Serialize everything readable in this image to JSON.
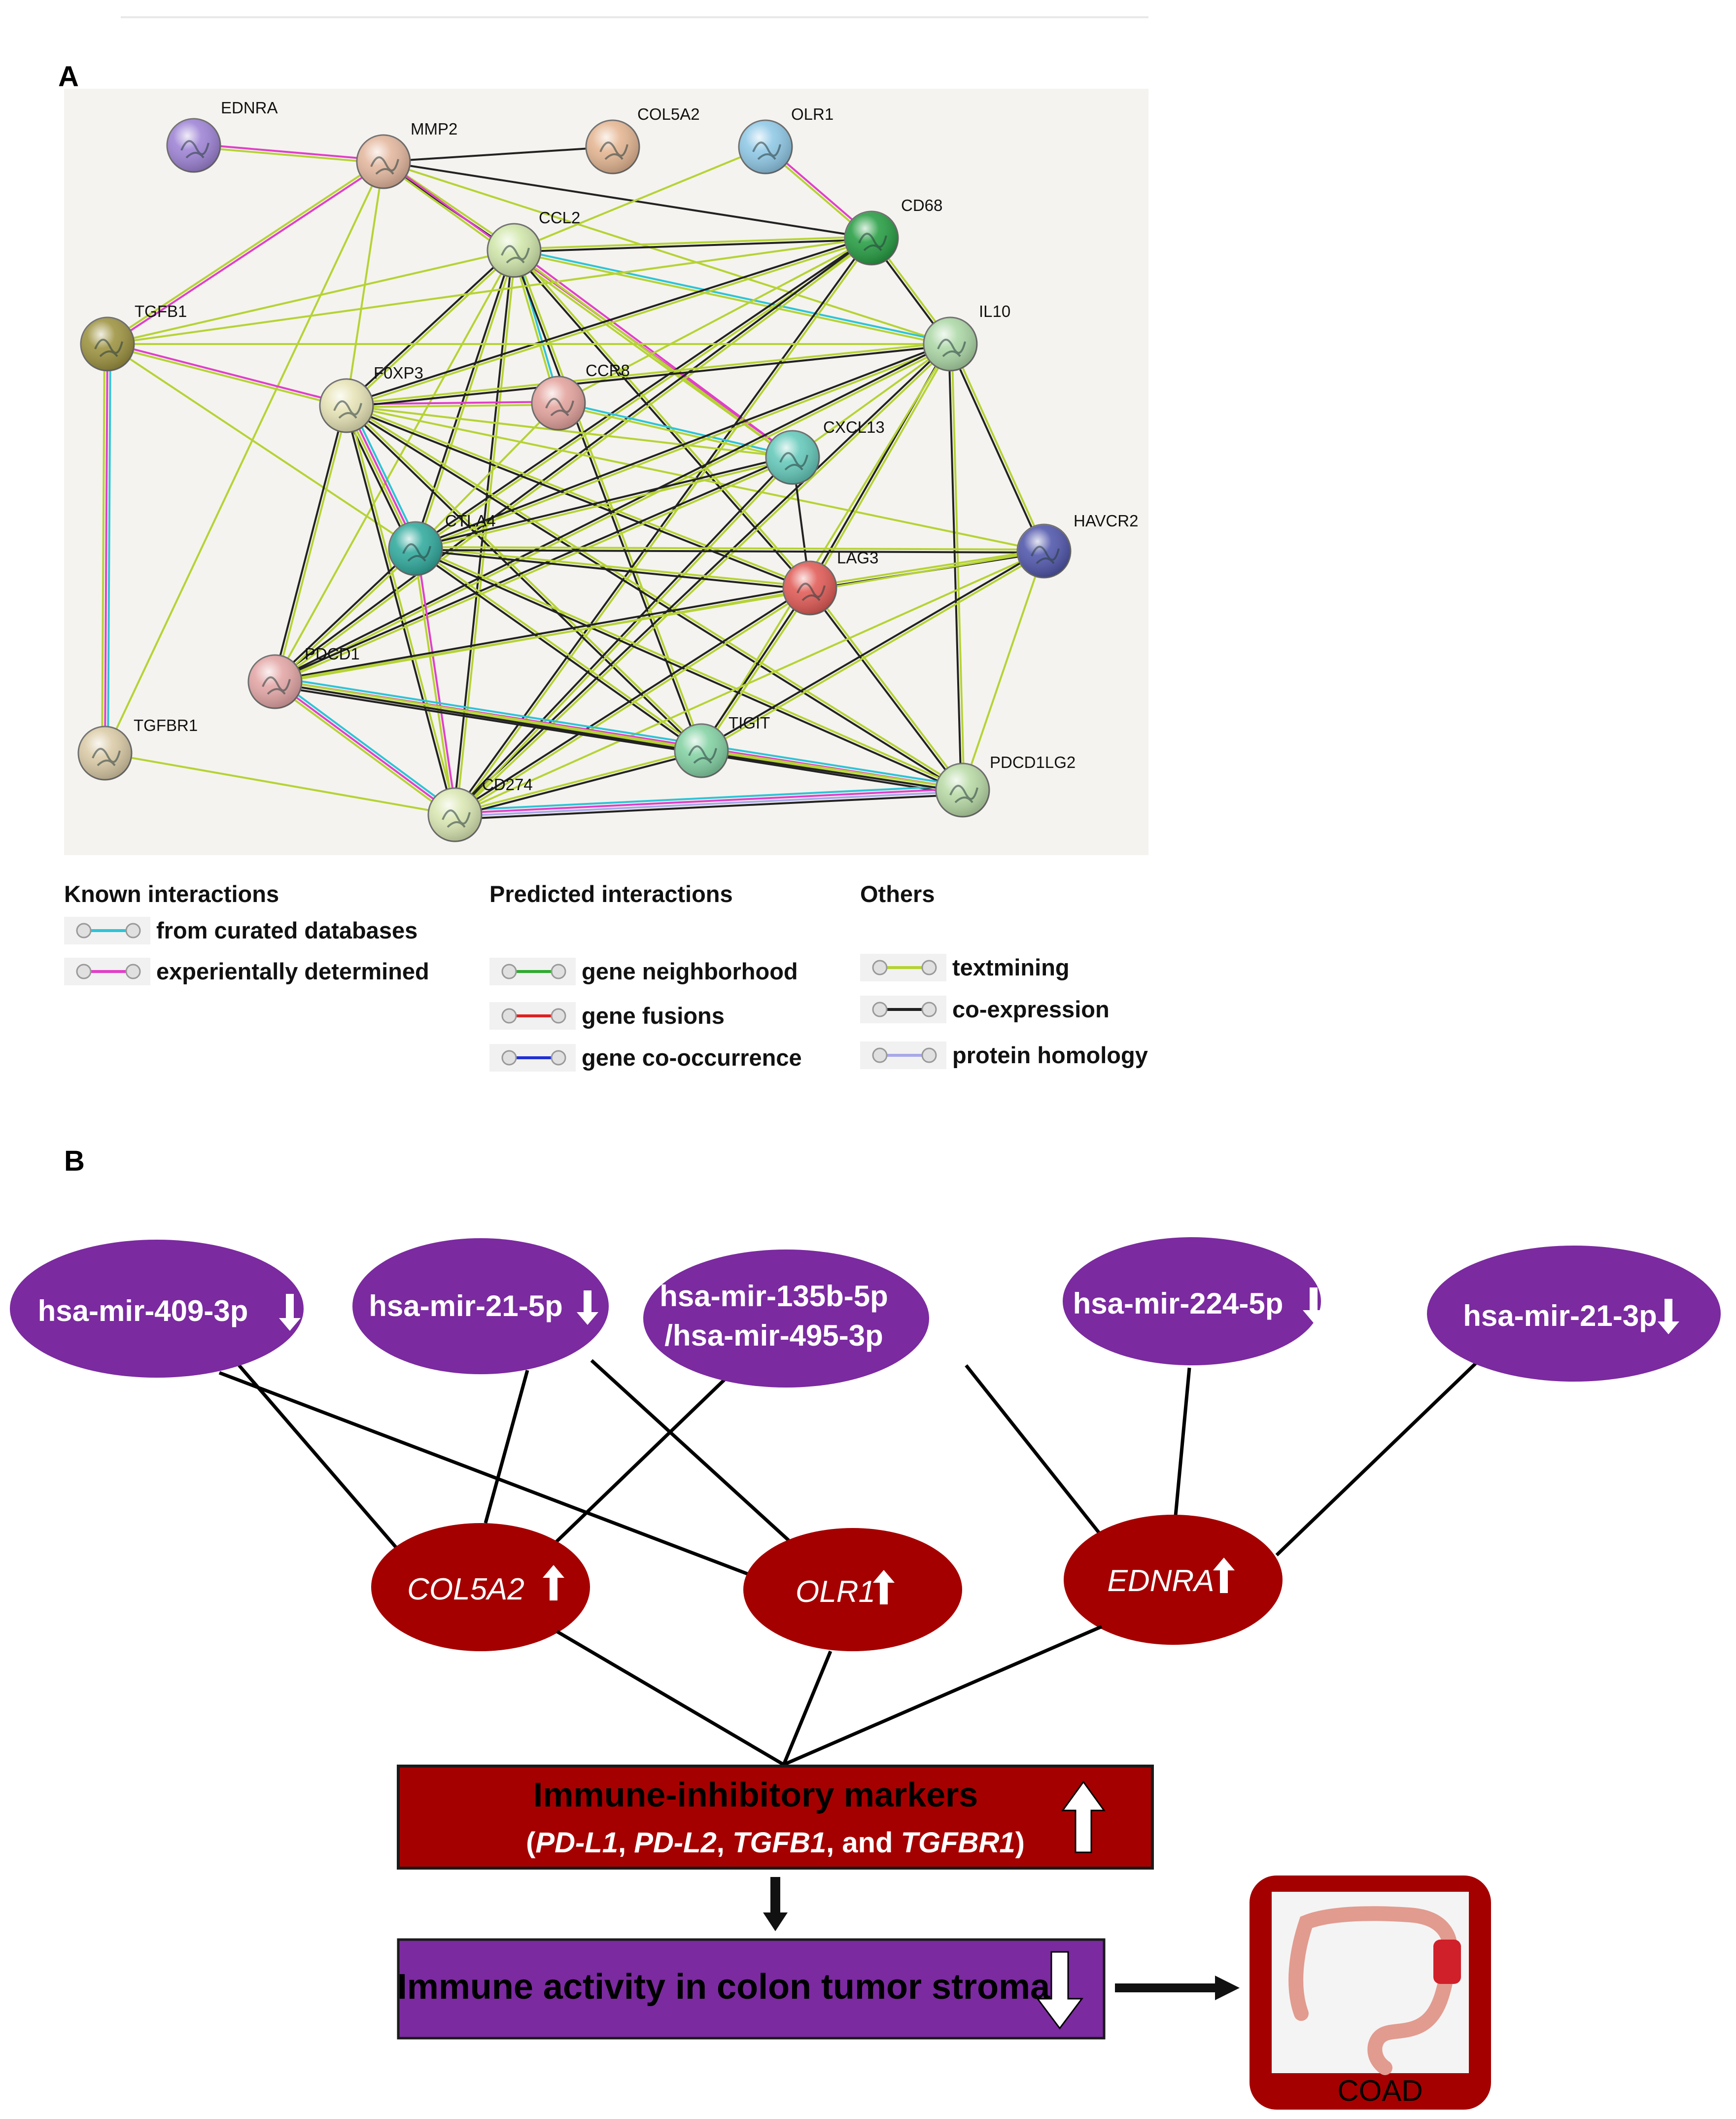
{
  "panel_a": {
    "label": "A",
    "nodes": [
      {
        "id": "EDNRA",
        "label": "EDNRA",
        "color": "#9b7fd4"
      },
      {
        "id": "MMP2",
        "label": "MMP2",
        "color": "#e3b59b"
      },
      {
        "id": "COL5A2",
        "label": "COL5A2",
        "color": "#e4b48f"
      },
      {
        "id": "OLR1",
        "label": "OLR1",
        "color": "#8cc7e6"
      },
      {
        "id": "CD68",
        "label": "CD68",
        "color": "#1f9a3c"
      },
      {
        "id": "CCL2",
        "label": "CCL2",
        "color": "#cfe6a8"
      },
      {
        "id": "TGFB1",
        "label": "TGFB1",
        "color": "#9a8f3a"
      },
      {
        "id": "IL10",
        "label": "IL10",
        "color": "#a9d6a3"
      },
      {
        "id": "FOXP3",
        "label": "F0XP3",
        "color": "#e6e3b4"
      },
      {
        "id": "CCR8",
        "label": "CCR8",
        "color": "#e3a09a"
      },
      {
        "id": "CXCL13",
        "label": "CXCL13",
        "color": "#5fc7b8"
      },
      {
        "id": "HAVCR2",
        "label": "HAVCR2",
        "color": "#4a50a8"
      },
      {
        "id": "CTLA4",
        "label": "CTLA4",
        "color": "#2aa79a"
      },
      {
        "id": "LAG3",
        "label": "LAG3",
        "color": "#e05550"
      },
      {
        "id": "PDCD1",
        "label": "PDCD1",
        "color": "#e3a3a3"
      },
      {
        "id": "TGFBR1",
        "label": "TGFBR1",
        "color": "#d9c9a3"
      },
      {
        "id": "TIGIT",
        "label": "TIGIT",
        "color": "#7fd0a0"
      },
      {
        "id": "PDCD1LG2",
        "label": "PDCD1LG2",
        "color": "#b6d9a3"
      },
      {
        "id": "CD274",
        "label": "CD274",
        "color": "#d9e6b0"
      }
    ],
    "edges": [
      {
        "a": "EDNRA",
        "b": "MMP2",
        "types": [
          "experimental",
          "textmining"
        ]
      },
      {
        "a": "MMP2",
        "b": "TGFB1",
        "types": [
          "experimental",
          "textmining"
        ]
      },
      {
        "a": "MMP2",
        "b": "CCL2",
        "types": [
          "textmining",
          "coexpression"
        ]
      },
      {
        "a": "MMP2",
        "b": "CD68",
        "types": [
          "coexpression"
        ]
      },
      {
        "a": "MMP2",
        "b": "IL10",
        "types": [
          "textmining"
        ]
      },
      {
        "a": "MMP2",
        "b": "FOXP3",
        "types": [
          "textmining"
        ]
      },
      {
        "a": "MMP2",
        "b": "CXCL13",
        "types": [
          "experimental",
          "textmining"
        ]
      },
      {
        "a": "MMP2",
        "b": "TGFBR1",
        "types": [
          "textmining"
        ]
      },
      {
        "a": "MMP2",
        "b": "COL5A2",
        "types": [
          "coexpression"
        ]
      },
      {
        "a": "OLR1",
        "b": "CD68",
        "types": [
          "experimental",
          "textmining"
        ]
      },
      {
        "a": "OLR1",
        "b": "CCL2",
        "types": [
          "textmining"
        ]
      },
      {
        "a": "CCL2",
        "b": "CD68",
        "types": [
          "textmining",
          "coexpression"
        ]
      },
      {
        "a": "CCL2",
        "b": "IL10",
        "types": [
          "curated",
          "textmining"
        ]
      },
      {
        "a": "CCL2",
        "b": "TGFB1",
        "types": [
          "textmining"
        ]
      },
      {
        "a": "CCL2",
        "b": "CCR8",
        "types": [
          "curated",
          "textmining"
        ]
      },
      {
        "a": "CCL2",
        "b": "FOXP3",
        "types": [
          "textmining",
          "coexpression"
        ]
      },
      {
        "a": "CCL2",
        "b": "CTLA4",
        "types": [
          "textmining",
          "coexpression"
        ]
      },
      {
        "a": "CCL2",
        "b": "CXCL13",
        "types": [
          "experimental",
          "textmining"
        ]
      },
      {
        "a": "CCL2",
        "b": "LAG3",
        "types": [
          "textmining",
          "coexpression"
        ]
      },
      {
        "a": "CCL2",
        "b": "PDCD1",
        "types": [
          "textmining"
        ]
      },
      {
        "a": "CCL2",
        "b": "CD274",
        "types": [
          "textmining",
          "coexpression"
        ]
      },
      {
        "a": "CCL2",
        "b": "TIGIT",
        "types": [
          "textmining",
          "coexpression"
        ]
      },
      {
        "a": "CD68",
        "b": "IL10",
        "types": [
          "textmining",
          "coexpression"
        ]
      },
      {
        "a": "CD68",
        "b": "FOXP3",
        "types": [
          "textmining",
          "coexpression"
        ]
      },
      {
        "a": "CD68",
        "b": "CTLA4",
        "types": [
          "textmining",
          "coexpression"
        ]
      },
      {
        "a": "CD68",
        "b": "PDCD1",
        "types": [
          "textmining",
          "coexpression"
        ]
      },
      {
        "a": "CD68",
        "b": "CD274",
        "types": [
          "textmining",
          "coexpression"
        ]
      },
      {
        "a": "CD68",
        "b": "TGFB1",
        "types": [
          "textmining"
        ]
      },
      {
        "a": "CD68",
        "b": "CCR8",
        "types": [
          "textmining"
        ]
      },
      {
        "a": "TGFB1",
        "b": "TGFBR1",
        "types": [
          "curated",
          "experimental",
          "textmining"
        ]
      },
      {
        "a": "TGFB1",
        "b": "FOXP3",
        "types": [
          "experimental",
          "textmining"
        ]
      },
      {
        "a": "TGFB1",
        "b": "IL10",
        "types": [
          "textmining"
        ]
      },
      {
        "a": "TGFB1",
        "b": "CTLA4",
        "types": [
          "textmining"
        ]
      },
      {
        "a": "FOXP3",
        "b": "CCR8",
        "types": [
          "experimental",
          "textmining"
        ]
      },
      {
        "a": "FOXP3",
        "b": "CTLA4",
        "types": [
          "curated",
          "experimental",
          "textmining",
          "coexpression"
        ]
      },
      {
        "a": "FOXP3",
        "b": "IL10",
        "types": [
          "textmining",
          "coexpression"
        ]
      },
      {
        "a": "FOXP3",
        "b": "LAG3",
        "types": [
          "textmining",
          "coexpression"
        ]
      },
      {
        "a": "FOXP3",
        "b": "PDCD1",
        "types": [
          "textmining",
          "coexpression"
        ]
      },
      {
        "a": "FOXP3",
        "b": "CD274",
        "types": [
          "textmining",
          "coexpression"
        ]
      },
      {
        "a": "FOXP3",
        "b": "TIGIT",
        "types": [
          "textmining",
          "coexpression"
        ]
      },
      {
        "a": "FOXP3",
        "b": "CXCL13",
        "types": [
          "textmining"
        ]
      },
      {
        "a": "FOXP3",
        "b": "HAVCR2",
        "types": [
          "textmining"
        ]
      },
      {
        "a": "FOXP3",
        "b": "PDCD1LG2",
        "types": [
          "textmining",
          "coexpression"
        ]
      },
      {
        "a": "CCR8",
        "b": "CXCL13",
        "types": [
          "curated",
          "textmining"
        ]
      },
      {
        "a": "CCR8",
        "b": "CTLA4",
        "types": [
          "textmining"
        ]
      },
      {
        "a": "IL10",
        "b": "CTLA4",
        "types": [
          "textmining",
          "coexpression"
        ]
      },
      {
        "a": "IL10",
        "b": "HAVCR2",
        "types": [
          "textmining",
          "coexpression"
        ]
      },
      {
        "a": "IL10",
        "b": "LAG3",
        "types": [
          "textmining",
          "coexpression"
        ]
      },
      {
        "a": "IL10",
        "b": "PDCD1",
        "types": [
          "textmining",
          "coexpression"
        ]
      },
      {
        "a": "IL10",
        "b": "CD274",
        "types": [
          "textmining",
          "coexpression"
        ]
      },
      {
        "a": "IL10",
        "b": "PDCD1LG2",
        "types": [
          "textmining",
          "coexpression"
        ]
      },
      {
        "a": "IL10",
        "b": "TIGIT",
        "types": [
          "textmining"
        ]
      },
      {
        "a": "IL10",
        "b": "CXCL13",
        "types": [
          "textmining"
        ]
      },
      {
        "a": "CXCL13",
        "b": "CTLA4",
        "types": [
          "textmining",
          "coexpression"
        ]
      },
      {
        "a": "CXCL13",
        "b": "PDCD1",
        "types": [
          "textmining",
          "coexpression"
        ]
      },
      {
        "a": "CXCL13",
        "b": "CD274",
        "types": [
          "textmining",
          "coexpression"
        ]
      },
      {
        "a": "CXCL13",
        "b": "LAG3",
        "types": [
          "coexpression"
        ]
      },
      {
        "a": "CTLA4",
        "b": "LAG3",
        "types": [
          "textmining",
          "coexpression"
        ]
      },
      {
        "a": "CTLA4",
        "b": "HAVCR2",
        "types": [
          "textmining",
          "coexpression"
        ]
      },
      {
        "a": "CTLA4",
        "b": "PDCD1",
        "types": [
          "textmining",
          "coexpression"
        ]
      },
      {
        "a": "CTLA4",
        "b": "CD274",
        "types": [
          "experimental",
          "textmining"
        ]
      },
      {
        "a": "CTLA4",
        "b": "TIGIT",
        "types": [
          "textmining",
          "coexpression"
        ]
      },
      {
        "a": "CTLA4",
        "b": "PDCD1LG2",
        "types": [
          "textmining",
          "coexpression"
        ]
      },
      {
        "a": "LAG3",
        "b": "HAVCR2",
        "types": [
          "textmining",
          "coexpression"
        ]
      },
      {
        "a": "LAG3",
        "b": "PDCD1",
        "types": [
          "textmining",
          "coexpression"
        ]
      },
      {
        "a": "LAG3",
        "b": "CD274",
        "types": [
          "textmining",
          "coexpression"
        ]
      },
      {
        "a": "LAG3",
        "b": "TIGIT",
        "types": [
          "textmining",
          "coexpression"
        ]
      },
      {
        "a": "LAG3",
        "b": "PDCD1LG2",
        "types": [
          "textmining",
          "coexpression"
        ]
      },
      {
        "a": "HAVCR2",
        "b": "PDCD1",
        "types": [
          "textmining"
        ]
      },
      {
        "a": "HAVCR2",
        "b": "CD274",
        "types": [
          "textmining"
        ]
      },
      {
        "a": "HAVCR2",
        "b": "TIGIT",
        "types": [
          "textmining",
          "coexpression"
        ]
      },
      {
        "a": "HAVCR2",
        "b": "PDCD1LG2",
        "types": [
          "textmining"
        ]
      },
      {
        "a": "PDCD1",
        "b": "CD274",
        "types": [
          "curated",
          "experimental",
          "textmining"
        ]
      },
      {
        "a": "PDCD1",
        "b": "PDCD1LG2",
        "types": [
          "curated",
          "experimental",
          "textmining",
          "coexpression"
        ]
      },
      {
        "a": "PDCD1",
        "b": "TIGIT",
        "types": [
          "textmining",
          "coexpression"
        ]
      },
      {
        "a": "CD274",
        "b": "PDCD1LG2",
        "types": [
          "curated",
          "experimental",
          "homology",
          "coexpression"
        ]
      },
      {
        "a": "CD274",
        "b": "TIGIT",
        "types": [
          "textmining",
          "coexpression"
        ]
      },
      {
        "a": "TIGIT",
        "b": "PDCD1LG2",
        "types": [
          "textmining",
          "coexpression"
        ]
      },
      {
        "a": "TGFBR1",
        "b": "CD274",
        "types": [
          "textmining"
        ]
      }
    ],
    "legend": {
      "groups": [
        {
          "title": "Known interactions",
          "items": [
            {
              "label": "from curated databases",
              "color": "#2ec4d6"
            },
            {
              "label": "experientally determined",
              "color": "#e040c8"
            }
          ]
        },
        {
          "title": "Predicted interactions",
          "items": [
            {
              "label": "gene neighborhood",
              "color": "#2faa2f"
            },
            {
              "label": "gene fusions",
              "color": "#e02020"
            },
            {
              "label": "gene co-occurrence",
              "color": "#2030d8"
            }
          ]
        },
        {
          "title": "Others",
          "items": [
            {
              "label": "textmining",
              "color": "#b5d334"
            },
            {
              "label": "co-expression",
              "color": "#222222"
            },
            {
              "label": "protein homology",
              "color": "#a8a8e8"
            }
          ]
        }
      ]
    }
  },
  "panel_b": {
    "label": "B",
    "mirnas": [
      {
        "id": "m409",
        "lines": [
          "hsa-mir-409-3p"
        ]
      },
      {
        "id": "m21_5p",
        "lines": [
          "hsa-mir-21-5p"
        ]
      },
      {
        "id": "m135",
        "lines": [
          "hsa-mir-135b-5p",
          "/hsa-mir-495-3p"
        ]
      },
      {
        "id": "m224",
        "lines": [
          "hsa-mir-224-5p"
        ]
      },
      {
        "id": "m21_3p",
        "lines": [
          "hsa-mir-21-3p"
        ]
      }
    ],
    "genes": [
      {
        "id": "COL5A2",
        "label": "COL5A2"
      },
      {
        "id": "OLR1",
        "label": "OLR1"
      },
      {
        "id": "EDNRA",
        "label": "EDNRA"
      }
    ],
    "links": [
      [
        "m409",
        "COL5A2"
      ],
      [
        "m409",
        "OLR1"
      ],
      [
        "m21_5p",
        "COL5A2"
      ],
      [
        "m21_5p",
        "OLR1"
      ],
      [
        "m135",
        "COL5A2"
      ],
      [
        "m135",
        "EDNRA"
      ],
      [
        "m224",
        "EDNRA"
      ],
      [
        "m21_3p",
        "EDNRA"
      ]
    ],
    "markers_box": {
      "title": "Immune-inhibitory markers",
      "detail": [
        "(",
        "PD-L1",
        ", ",
        "PD-L2",
        ", ",
        "TGFB1",
        ",  and ",
        "TGFBR1",
        ")"
      ]
    },
    "activity_box": "Immune activity in colon tumor stroma",
    "coad_label": "COAD",
    "colors": {
      "mirna": "#7b2aa0",
      "gene": "#a50000",
      "box_red": "#a50000",
      "box_purple": "#7b2aa0"
    }
  }
}
